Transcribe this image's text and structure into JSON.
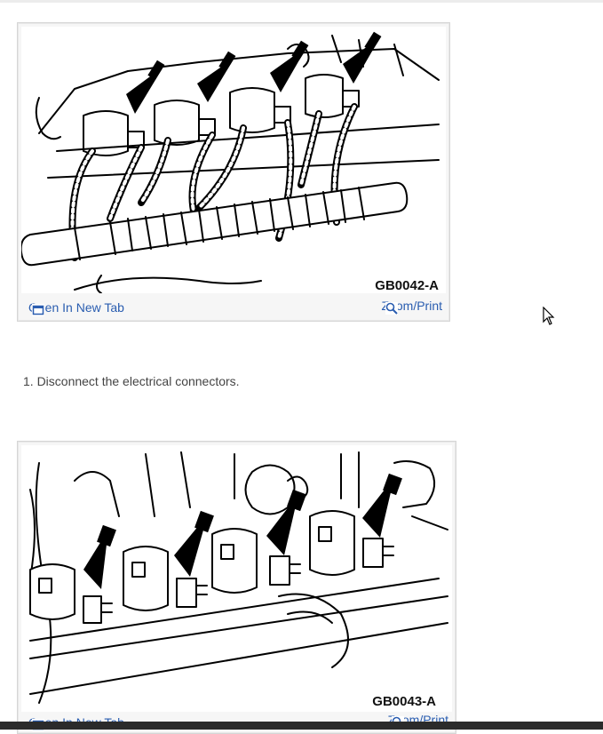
{
  "figures": [
    {
      "code": "GB0042-A",
      "open_tab_label": "Open In New Tab",
      "zoom_label": "Zoom/Print"
    },
    {
      "code": "GB0043-A",
      "open_tab_label": "Open In New Tab",
      "zoom_label": "Zoom/Print"
    }
  ],
  "steps": [
    {
      "text": "1. Disconnect the electrical connectors."
    }
  ],
  "colors": {
    "link": "#2a5db0",
    "frame_border": "#d6d6d6"
  },
  "icons": {
    "open_tab": "open-new-tab-icon",
    "zoom": "magnifier-zoom-icon"
  }
}
